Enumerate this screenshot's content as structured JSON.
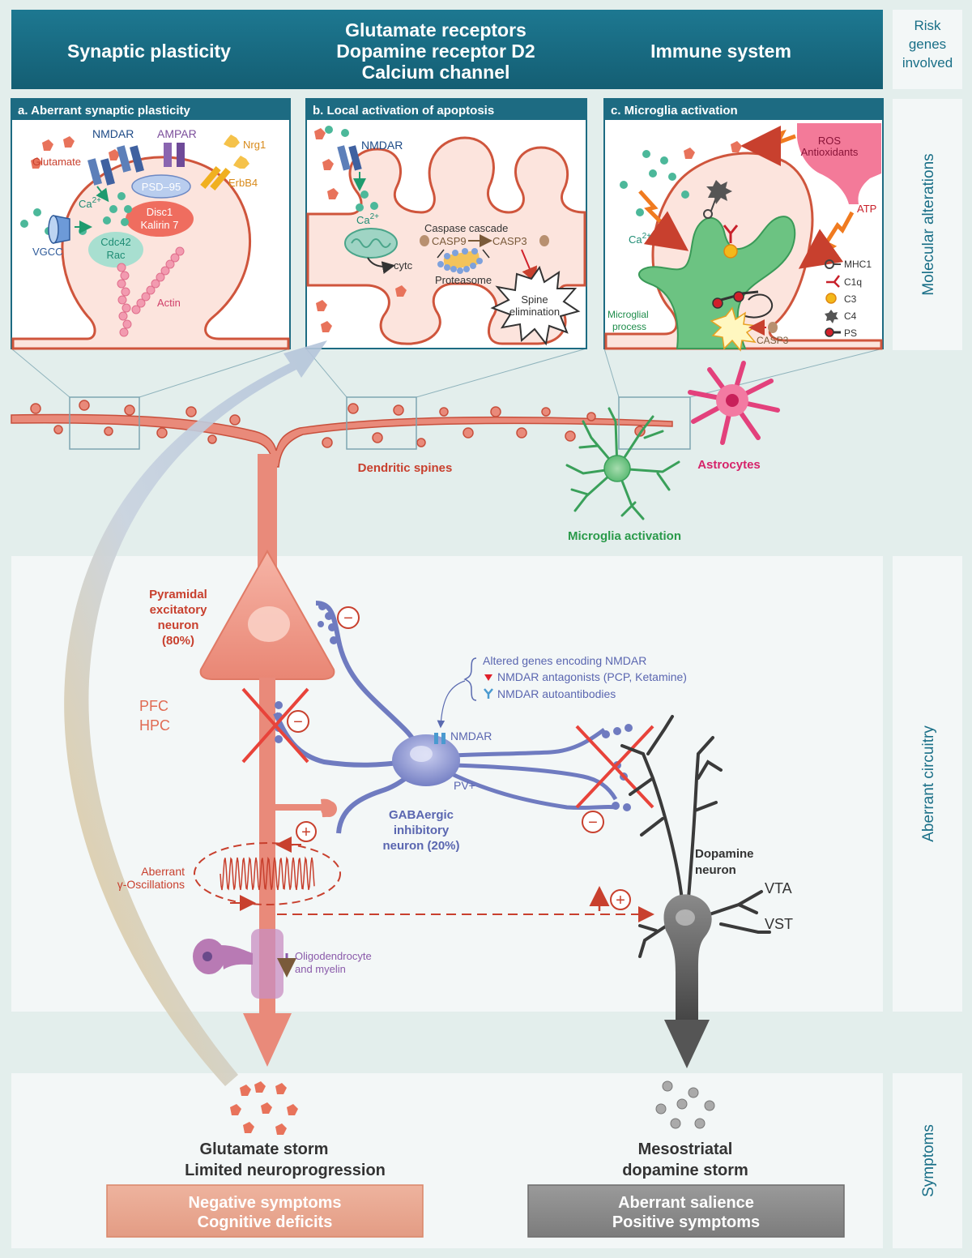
{
  "header": {
    "left": "Synaptic plasticity",
    "center": [
      "Glutamate receptors",
      "Dopamine receptor D2",
      "Calcium channel"
    ],
    "right": "Immune system"
  },
  "side_labels": {
    "risk": [
      "Risk",
      "genes",
      "involved"
    ],
    "molecular": "Molecular alterations",
    "circuitry": "Aberrant circuitry",
    "symptoms": "Symptoms"
  },
  "panel_a": {
    "title": "a. Aberrant synaptic plasticity",
    "nmdar": "NMDAR",
    "ampar": "AMPAR",
    "glutamate": "Glutamate",
    "nrg1": "Nrg1",
    "erbb4": "ErbB4",
    "psd95": "PSD–95",
    "ca": "Ca",
    "ca_sup": "2+",
    "disc1": "Disc1",
    "kalirin": "Kalirin 7",
    "vgcc": "VGCC",
    "cdc42": "Cdc42",
    "rac": "Rac",
    "actin": "Actin"
  },
  "panel_b": {
    "title": "b. Local activation of apoptosis",
    "nmdar": "NMDAR",
    "ca": "Ca",
    "ca_sup": "2+",
    "caspase": "Caspase cascade",
    "casp9": "CASP9",
    "casp3": "CASP3",
    "cytc": "cytc",
    "proteasome": "Proteasome",
    "spine1": "Spine",
    "spine2": "elimination"
  },
  "panel_c": {
    "title": "c. Microglia activation",
    "ros": "ROS",
    "antiox": "Antioxidants",
    "atp": "ATP",
    "ca": "Ca",
    "ca_sup": "2+",
    "process1": "Microglial",
    "process2": "process",
    "casp3": "CASP3",
    "legend": [
      "MHC1",
      "C1q",
      "C3",
      "C4",
      "PS"
    ]
  },
  "middle": {
    "spines": "Dendritic spines",
    "astro": "Astrocytes",
    "microglia": "Microglia activation"
  },
  "circuit": {
    "pyr": [
      "Pyramidal",
      "excitatory",
      "neuron",
      "(80%)"
    ],
    "region": [
      "PFC",
      "HPC"
    ],
    "altered": "Altered genes encoding NMDAR",
    "antag": "NMDAR antagonists (PCP, Ketamine)",
    "auto": "NMDAR autoantibodies",
    "nmdar": "NMDAR",
    "pv": "PV+",
    "gaba": [
      "GABAergic",
      "inhibitory",
      "neuron (20%)"
    ],
    "aberrant": "Aberrant",
    "gamma": "γ-Oscillations",
    "oligo": [
      "Oligodendrocyte",
      "and myelin"
    ],
    "dopamine": [
      "Dopamine",
      "neuron"
    ],
    "vta": "VTA",
    "vst": "VST",
    "minus": "−",
    "plus": "+"
  },
  "symptoms": {
    "left_title": [
      "Glutamate storm",
      "Limited neuroprogression"
    ],
    "left_box": [
      "Negative symptoms",
      "Cognitive deficits"
    ],
    "right_title": [
      "Mesostriatal",
      "dopamine storm"
    ],
    "right_box": [
      "Aberrant salience",
      "Positive symptoms"
    ]
  },
  "colors": {
    "header": "#196f87",
    "neuron": "#e98a7a",
    "neuron_dark": "#c84f3c",
    "gaba": "#6f7bc0",
    "dopamine": "#5f5f5f",
    "microglia": "#3aa05a",
    "astro": "#e3417c",
    "red": "#c8402e",
    "teal": "#2aa58c"
  }
}
